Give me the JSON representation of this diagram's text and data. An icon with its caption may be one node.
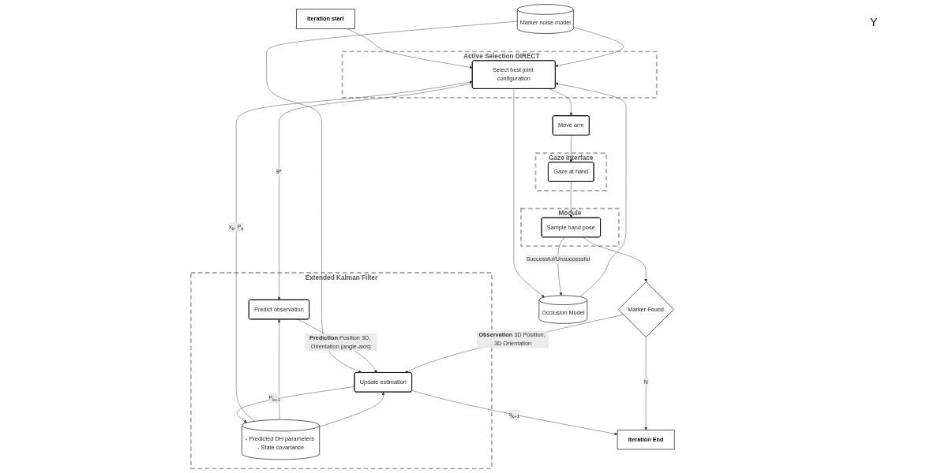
{
  "diagram": {
    "nodes": [
      {
        "text": [
          "Iteration start"
        ]
      },
      {
        "text": [
          "Active Selection",
          "DIRECT"
        ]
      },
      {
        "text": [
          "Select best joint configuration"
        ],
        "in": 1
      },
      {
        "text": [
          "Marker noise model"
        ]
      },
      {
        "text": [
          "Occlusion Model"
        ]
      },
      {
        "text": [
          "Extended Kalman Filter"
        ]
      },
      {
        "text": [
          "Predict observation"
        ],
        "in": 5
      },
      {
        "text": [
          "Update estimation"
        ],
        "in": 5
      },
      {
        "text": [
          "- Predicted DH parameters - State covariance"
        ],
        "in": 5
      },
      {
        "text": [
          "Move arm"
        ]
      },
      {
        "text": [
          "Gaze Interface"
        ]
      },
      {
        "text": [
          "Gaze at hand"
        ],
        "in": 10
      },
      {
        "text": [
          "Module"
        ]
      },
      {
        "text": [
          "Sample hand pose"
        ],
        "in": 12
      },
      {
        "text": [
          "Marker Found"
        ]
      },
      {
        "text": [
          "Iteration End"
        ]
      }
    ],
    "edges": [
      {
        "from": 0,
        "to": 2,
        "arrow": "to"
      },
      {
        "from": 3,
        "to": 2,
        "arrow": "to"
      },
      {
        "from": 3,
        "to": 7,
        "arrow": "to"
      },
      {
        "from": 4,
        "to": 2,
        "arrow": "to"
      },
      {
        "from": 8,
        "to": 2,
        "arrow": "to",
        "label": "x$_{k}$, P$_{k}$"
      },
      {
        "from": 8,
        "to": 6,
        "arrow": "to"
      },
      {
        "from": 8,
        "to": 7,
        "arrow": "to"
      },
      {
        "from": 2,
        "to": 4,
        "arrow": "to"
      },
      {
        "from": 2,
        "to": 6,
        "arrow": "to",
        "label": "θ*"
      },
      {
        "from": 2,
        "to": 9,
        "arrow": "to"
      },
      {
        "from": 6,
        "to": 7,
        "arrow": "to",
        "label": "**Prediction** Position 3D, Orientation (angle-axis)"
      },
      {
        "from": 7,
        "to": 8,
        "arrow": "to",
        "label": "P$_{k+1}$"
      },
      {
        "from": 7,
        "to": 15,
        "arrow": "to",
        "label": "x$_{k+1}$"
      },
      {
        "from": 9,
        "to": 11,
        "arrow": "to"
      },
      {
        "from": 11,
        "to": 13,
        "arrow": "to"
      },
      {
        "from": 13,
        "to": 4,
        "arrow": "to",
        "label": "Successful/Unsuccessful"
      },
      {
        "from": 13,
        "to": 14,
        "arrow": "to"
      },
      {
        "from": 14,
        "to": 7,
        "arrow": "to",
        "label": "**Observation** 3D Position, 3D Orientation"
      },
      {
        "from": 14,
        "to": 15,
        "arrow": "to",
        "label": "N"
      }
    ],
    "labels": [
      "Y"
    ]
  }
}
